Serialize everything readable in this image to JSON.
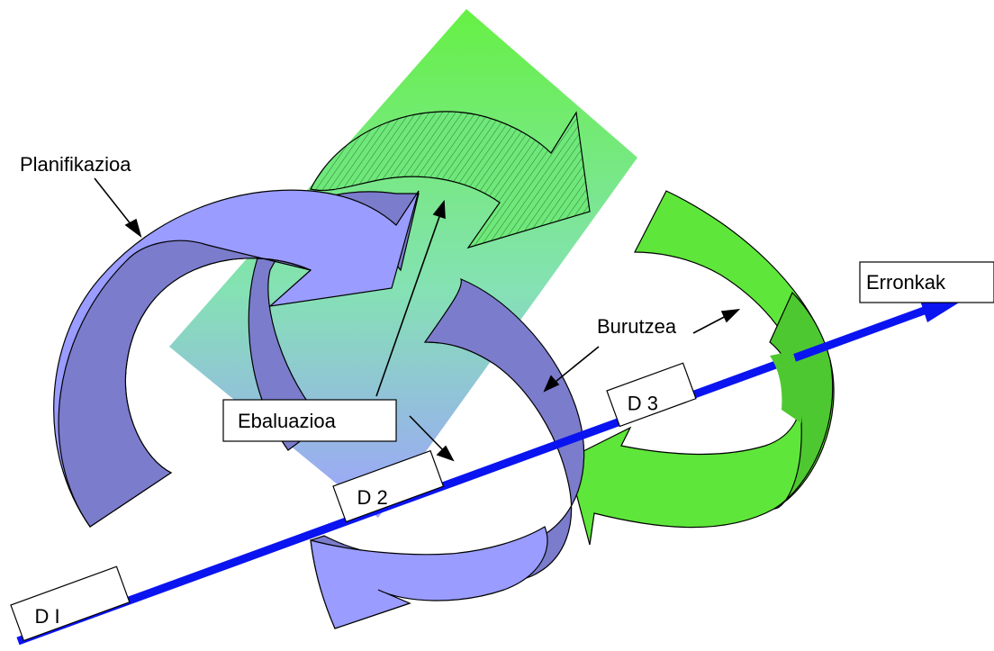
{
  "labels": {
    "planning": "Planifikazioa",
    "evaluation": "Ebaluazioa",
    "execution": "Burutzea",
    "challenges": "Erronkak"
  },
  "stages": {
    "d1": "D I",
    "d2": "D 2",
    "d3": "D 3"
  },
  "colors": {
    "axis": "#0a14f0",
    "loop_blue_light": "#9a9cff",
    "loop_blue_dark": "#7b7ccc",
    "loop_green_light": "#5fe63a",
    "loop_green_dark": "#4ec830",
    "band_top": "#5ef03a",
    "band_bottom": "#9a9cff"
  }
}
